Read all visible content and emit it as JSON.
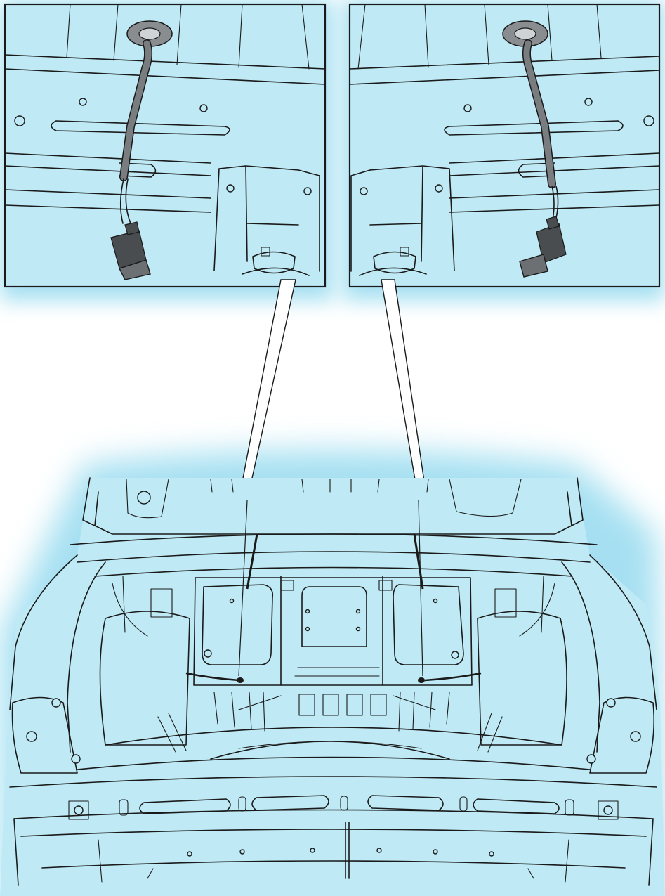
{
  "colors": {
    "panel_fill": "#bfeaf5",
    "glow": "#8fd8ee",
    "line": "#1a1a1a",
    "cable": "#6d7073",
    "connector": "#4a4d50"
  },
  "icons": {
    "left_detail": "cable-grommet-connector-left",
    "right_detail": "cable-grommet-connector-right",
    "trunk": "trunk-compartment-line-drawing"
  }
}
